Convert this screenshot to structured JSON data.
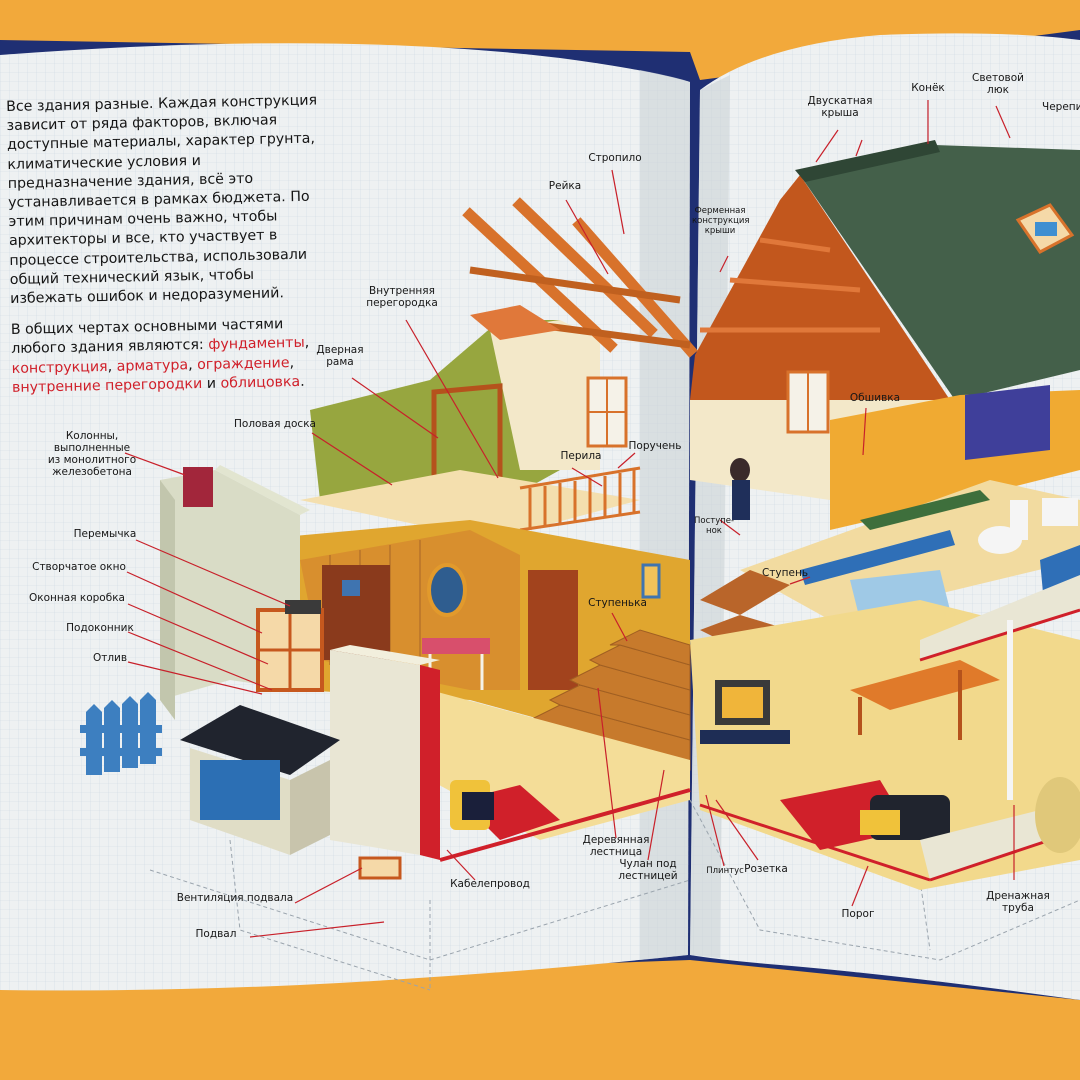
{
  "intro": {
    "paragraph1": "Все здания разные. Каждая конструкция зависит от ряда факторов, включая доступные материалы, характер грунта, климатические условия и предназначение здания, всё это устанавливается в рамках бюджета. По этим причинам очень важно, чтобы архитекторы и все, кто участвует в процессе строительства, использовали общий технический язык, чтобы избежать ошибок и недоразумений.",
    "p2_lead": "В общих чертах основными частями любого здания являются:",
    "p2_item1": "фундаменты",
    "p2_item2": "конструкция",
    "p2_item3": "арматура",
    "p2_item4": "ограждение",
    "p2_item5": "внутренние перегородки",
    "p2_and": "и",
    "p2_item6": "облицовка",
    "sep_comma": ",",
    "sep_space": " ",
    "sep_dot": "."
  },
  "labels": {
    "kolonny": [
      "Колонны,",
      "выполненные",
      "из монолитного",
      "железобетона"
    ],
    "peremychka": "Перемычка",
    "stvorchatoe": "Створчатое окно",
    "okonnaya": "Оконная коробка",
    "podokonnik": "Подоконник",
    "otliv": "Отлив",
    "polovaya": "Половая доска",
    "dvernaya": [
      "Дверная",
      "рама"
    ],
    "vnutr": [
      "Внутренняя",
      "перегородка"
    ],
    "reyka": "Рейка",
    "stropilo": "Стропило",
    "perila": "Перила",
    "poruchen": "Поручень",
    "stupenka": "Ступенька",
    "derevyannaya": [
      "Деревянная",
      "лестница"
    ],
    "chulan": [
      "Чулан под",
      "лестницей"
    ],
    "kabeleprovod": "Кабелепровод",
    "ventilyaciya": "Вентиляция подвала",
    "podval": "Подвал",
    "dvuskatnaya": [
      "Двускатная",
      "крыша"
    ],
    "konek": "Конёк",
    "svetovoy": [
      "Световой",
      "люк"
    ],
    "cherepi": "Черепи",
    "fermennaya": [
      "Ферменная",
      "конструкция",
      "крыши"
    ],
    "obshivka": "Обшивка",
    "postupenok": [
      "Поступе-",
      "нок"
    ],
    "stupen": "Ступень",
    "plintus": "Плинтус",
    "rozetka": "Розетка",
    "porog": "Порог",
    "drenazhnaya": [
      "Дренажная",
      "труба"
    ]
  },
  "colors": {
    "background": "#f2a93b",
    "page": "#eef1f2",
    "accent_red": "#d0202a",
    "roof_green": "#44604a",
    "wood_orange": "#d8722b"
  }
}
